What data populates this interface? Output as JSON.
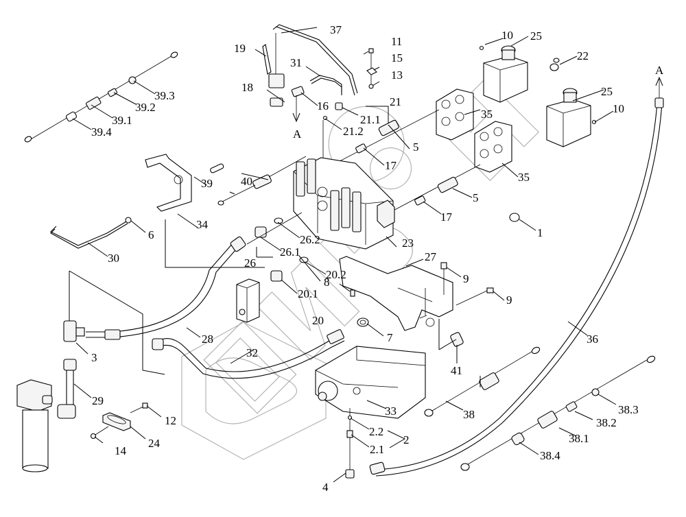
{
  "diagram": {
    "title": "Hydraulic system exploded parts diagram",
    "watermark": "БИБОН",
    "flow_marker": "A",
    "callouts": [
      {
        "id": "1",
        "label": "1"
      },
      {
        "id": "2",
        "label": "2"
      },
      {
        "id": "2.1",
        "label": "2.1"
      },
      {
        "id": "2.2",
        "label": "2.2"
      },
      {
        "id": "3",
        "label": "3"
      },
      {
        "id": "4",
        "label": "4"
      },
      {
        "id": "5a",
        "label": "5"
      },
      {
        "id": "5b",
        "label": "5"
      },
      {
        "id": "6",
        "label": "6"
      },
      {
        "id": "7",
        "label": "7"
      },
      {
        "id": "8",
        "label": "8"
      },
      {
        "id": "9a",
        "label": "9"
      },
      {
        "id": "9b",
        "label": "9"
      },
      {
        "id": "10a",
        "label": "10"
      },
      {
        "id": "10b",
        "label": "10"
      },
      {
        "id": "11",
        "label": "11"
      },
      {
        "id": "12",
        "label": "12"
      },
      {
        "id": "13",
        "label": "13"
      },
      {
        "id": "14",
        "label": "14"
      },
      {
        "id": "15",
        "label": "15"
      },
      {
        "id": "16",
        "label": "16"
      },
      {
        "id": "17a",
        "label": "17"
      },
      {
        "id": "17b",
        "label": "17"
      },
      {
        "id": "18",
        "label": "18"
      },
      {
        "id": "19",
        "label": "19"
      },
      {
        "id": "20",
        "label": "20"
      },
      {
        "id": "20.1",
        "label": "20.1"
      },
      {
        "id": "20.2",
        "label": "20.2"
      },
      {
        "id": "21",
        "label": "21"
      },
      {
        "id": "21.1",
        "label": "21.1"
      },
      {
        "id": "21.2",
        "label": "21.2"
      },
      {
        "id": "22",
        "label": "22"
      },
      {
        "id": "23",
        "label": "23"
      },
      {
        "id": "24",
        "label": "24"
      },
      {
        "id": "25a",
        "label": "25"
      },
      {
        "id": "25b",
        "label": "25"
      },
      {
        "id": "26",
        "label": "26"
      },
      {
        "id": "26.1",
        "label": "26.1"
      },
      {
        "id": "26.2",
        "label": "26.2"
      },
      {
        "id": "27",
        "label": "27"
      },
      {
        "id": "28",
        "label": "28"
      },
      {
        "id": "29",
        "label": "29"
      },
      {
        "id": "30",
        "label": "30"
      },
      {
        "id": "31",
        "label": "31"
      },
      {
        "id": "32",
        "label": "32"
      },
      {
        "id": "33",
        "label": "33"
      },
      {
        "id": "34",
        "label": "34"
      },
      {
        "id": "35a",
        "label": "35"
      },
      {
        "id": "35b",
        "label": "35"
      },
      {
        "id": "36",
        "label": "36"
      },
      {
        "id": "37",
        "label": "37"
      },
      {
        "id": "38",
        "label": "38"
      },
      {
        "id": "38.1",
        "label": "38.1"
      },
      {
        "id": "38.2",
        "label": "38.2"
      },
      {
        "id": "38.3",
        "label": "38.3"
      },
      {
        "id": "38.4",
        "label": "38.4"
      },
      {
        "id": "39",
        "label": "39"
      },
      {
        "id": "39.1",
        "label": "39.1"
      },
      {
        "id": "39.2",
        "label": "39.2"
      },
      {
        "id": "39.3",
        "label": "39.3"
      },
      {
        "id": "39.4",
        "label": "39.4"
      },
      {
        "id": "40",
        "label": "40"
      },
      {
        "id": "41",
        "label": "41"
      }
    ]
  }
}
